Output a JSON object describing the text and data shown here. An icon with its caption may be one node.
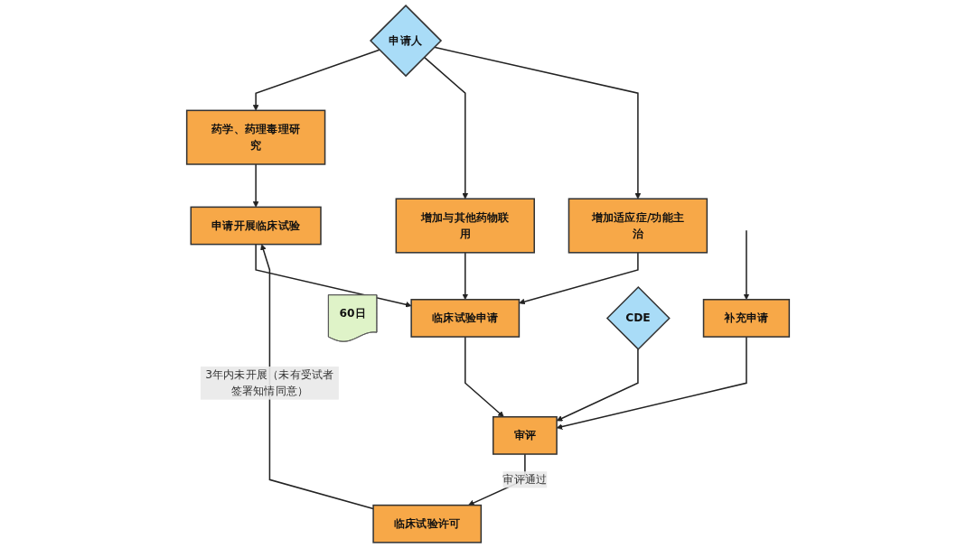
{
  "diagram": {
    "nodes": [
      {
        "text": [
          "申请人"
        ]
      },
      {
        "text": [
          "药学、药理毒理研究"
        ]
      },
      {
        "text": [
          "申请开展临床试验"
        ]
      },
      {
        "text": [
          "增加与其他药物联用"
        ]
      },
      {
        "text": [
          "临床试验申请"
        ]
      },
      {
        "text": [
          "增加适应症/功能主治"
        ]
      },
      {
        "text": [
          "60日"
        ]
      },
      {
        "text": [
          "补充申请"
        ]
      },
      {
        "text": [
          "审评"
        ]
      },
      {
        "text": [
          "CDE"
        ]
      },
      {
        "text": [
          "临床试验许可"
        ]
      }
    ],
    "edges": [
      {
        "from": 0,
        "to": 1,
        "arrow": "to"
      },
      {
        "from": 0,
        "to": 3,
        "arrow": "to"
      },
      {
        "from": 0,
        "to": 5,
        "arrow": "to"
      },
      {
        "from": 1,
        "to": 2,
        "arrow": "to"
      },
      {
        "from": 2,
        "to": 4,
        "arrow": "to"
      },
      {
        "from": 3,
        "to": 4,
        "arrow": "to"
      },
      {
        "from": 5,
        "to": 4,
        "arrow": "to"
      },
      {
        "from": 4,
        "to": 8,
        "arrow": "to"
      },
      {
        "from": 7,
        "to": 8,
        "arrow": "to"
      },
      {
        "from": 9,
        "to": 8,
        "arrow": "to"
      },
      {
        "from": 8,
        "to": 10,
        "label": "审评通过",
        "arrow": "to"
      },
      {
        "from": 10,
        "to": 2,
        "label": "3年内未开展（未有受试者签署知情同意）",
        "arrow": "to"
      },
      {
        "from": null,
        "to": 7,
        "arrow": "to"
      }
    ]
  }
}
